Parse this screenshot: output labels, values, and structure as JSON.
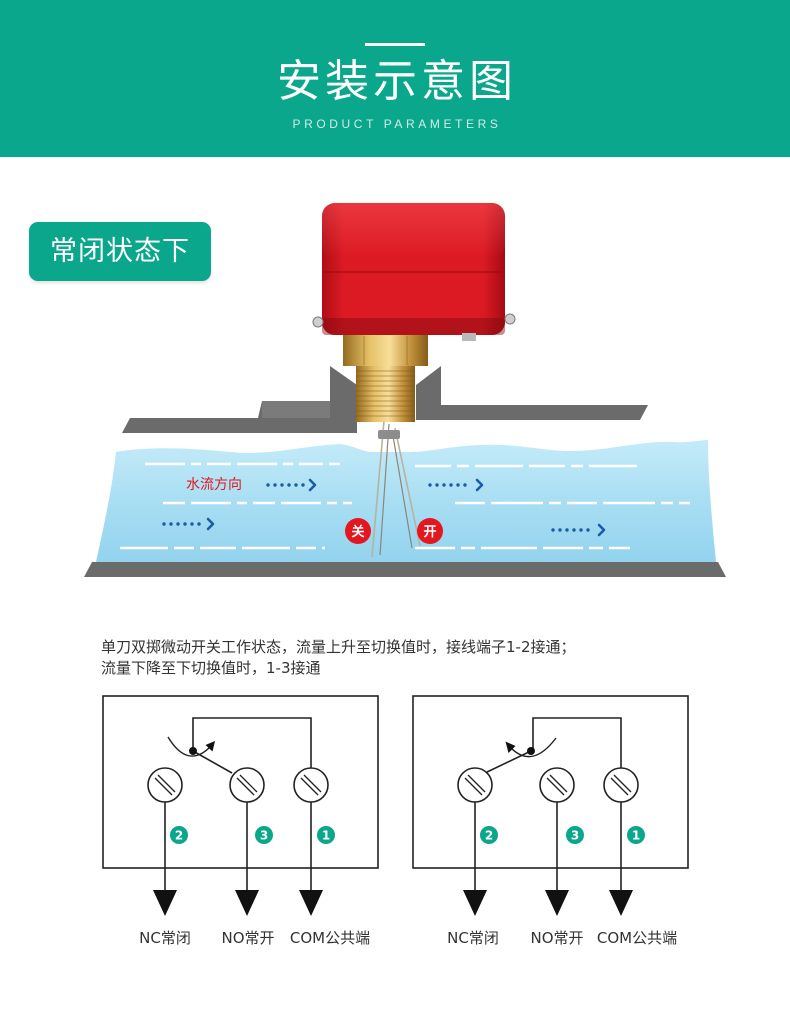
{
  "header": {
    "title": "安装示意图",
    "subtitle": "PRODUCT PARAMETERS"
  },
  "badge": {
    "label": "常闭状态下"
  },
  "flow_illustration": {
    "flow_direction_label": "水流方向",
    "closed_marker": "关",
    "open_marker": "开",
    "flow_arrow_icon": "dotted-right-arrow-icon"
  },
  "description": {
    "lines": [
      "单刀双掷微动开关工作状态，流量上升至切换值时，接线端子1-2接通；",
      "流量下降至下切换值时，1-3接通"
    ]
  },
  "wiring_diagrams": [
    {
      "terminals": [
        {
          "number": "2",
          "label": "NC常闭"
        },
        {
          "number": "3",
          "label": "NO常开"
        },
        {
          "number": "1",
          "label": "COM公共端"
        }
      ]
    },
    {
      "terminals": [
        {
          "number": "2",
          "label": "NC常闭"
        },
        {
          "number": "3",
          "label": "NO常开"
        },
        {
          "number": "1",
          "label": "COM公共端"
        }
      ]
    }
  ],
  "icons": {
    "terminal": "screw-terminal-icon",
    "output": "down-arrow-icon",
    "switch_direction": "curved-arrow-icon"
  },
  "colors": {
    "accent": "#0ba78c",
    "marker_red": "#e4161f",
    "flow_arrow": "#1a5da6",
    "device_red": "#d6141e",
    "water": "#a8def3"
  }
}
